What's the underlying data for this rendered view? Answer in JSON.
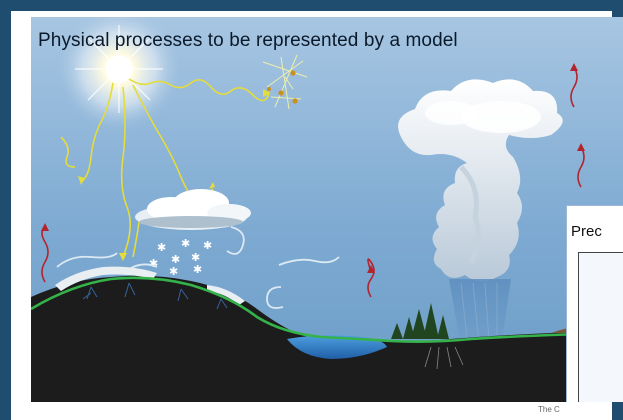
{
  "slide": {
    "caption": "Physical processes to be represented by a model",
    "inset_title": "Prec",
    "credit": "The C"
  },
  "colors": {
    "frame": "#1e4d70",
    "sky_top": "#a9c8e4",
    "sky_bottom": "#6f9fc9",
    "ground": "#1b1b1b",
    "green_line": "#35b34a",
    "water": "#2f6fb4",
    "sun": "#fff8c8",
    "longwave_arrow": "#b3242e",
    "shortwave_arrow": "#e6de3c"
  },
  "icons": [
    "sun-icon",
    "cumulonimbus-cloud-icon",
    "small-cloud-icon",
    "snowflake-icon",
    "red-wavy-arrow-icon",
    "yellow-wavy-arrow-icon",
    "wind-arrow-icon",
    "mountain-icon",
    "lake-icon",
    "tree-icon",
    "gas-molecule-icon"
  ]
}
